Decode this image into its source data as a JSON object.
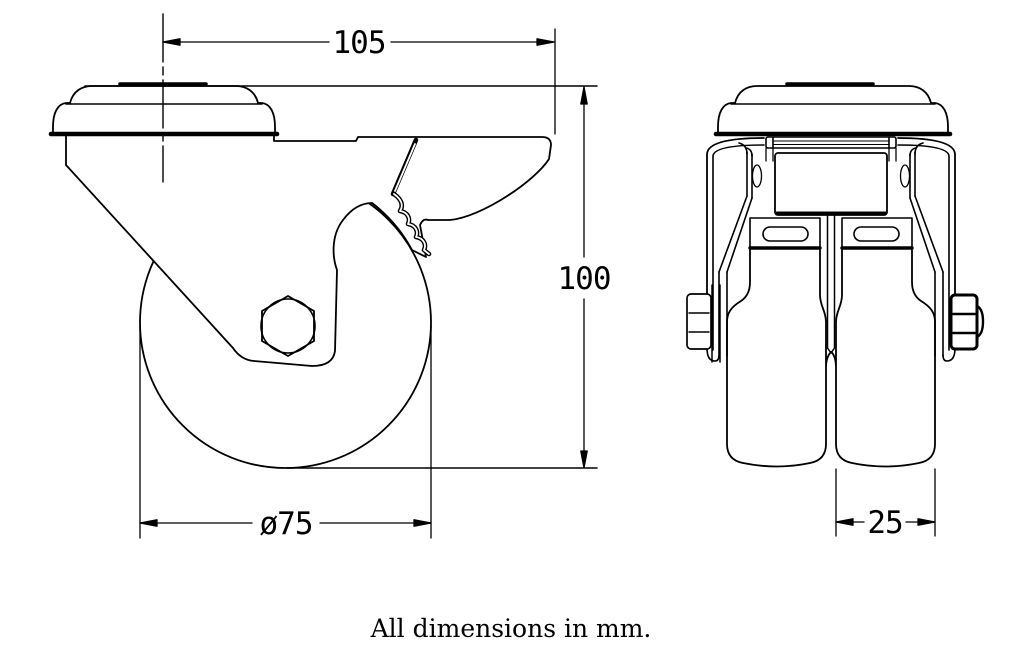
{
  "drawing": {
    "note": "All dimensions in mm.",
    "line_color": "#000000",
    "background_color": "#ffffff",
    "views": {
      "side_view": {
        "dimensions": {
          "plate_length": "105",
          "overall_height": "100",
          "wheel_diameter": "ø75"
        }
      },
      "front_view": {
        "dimensions": {
          "wheel_width": "25"
        }
      }
    }
  }
}
